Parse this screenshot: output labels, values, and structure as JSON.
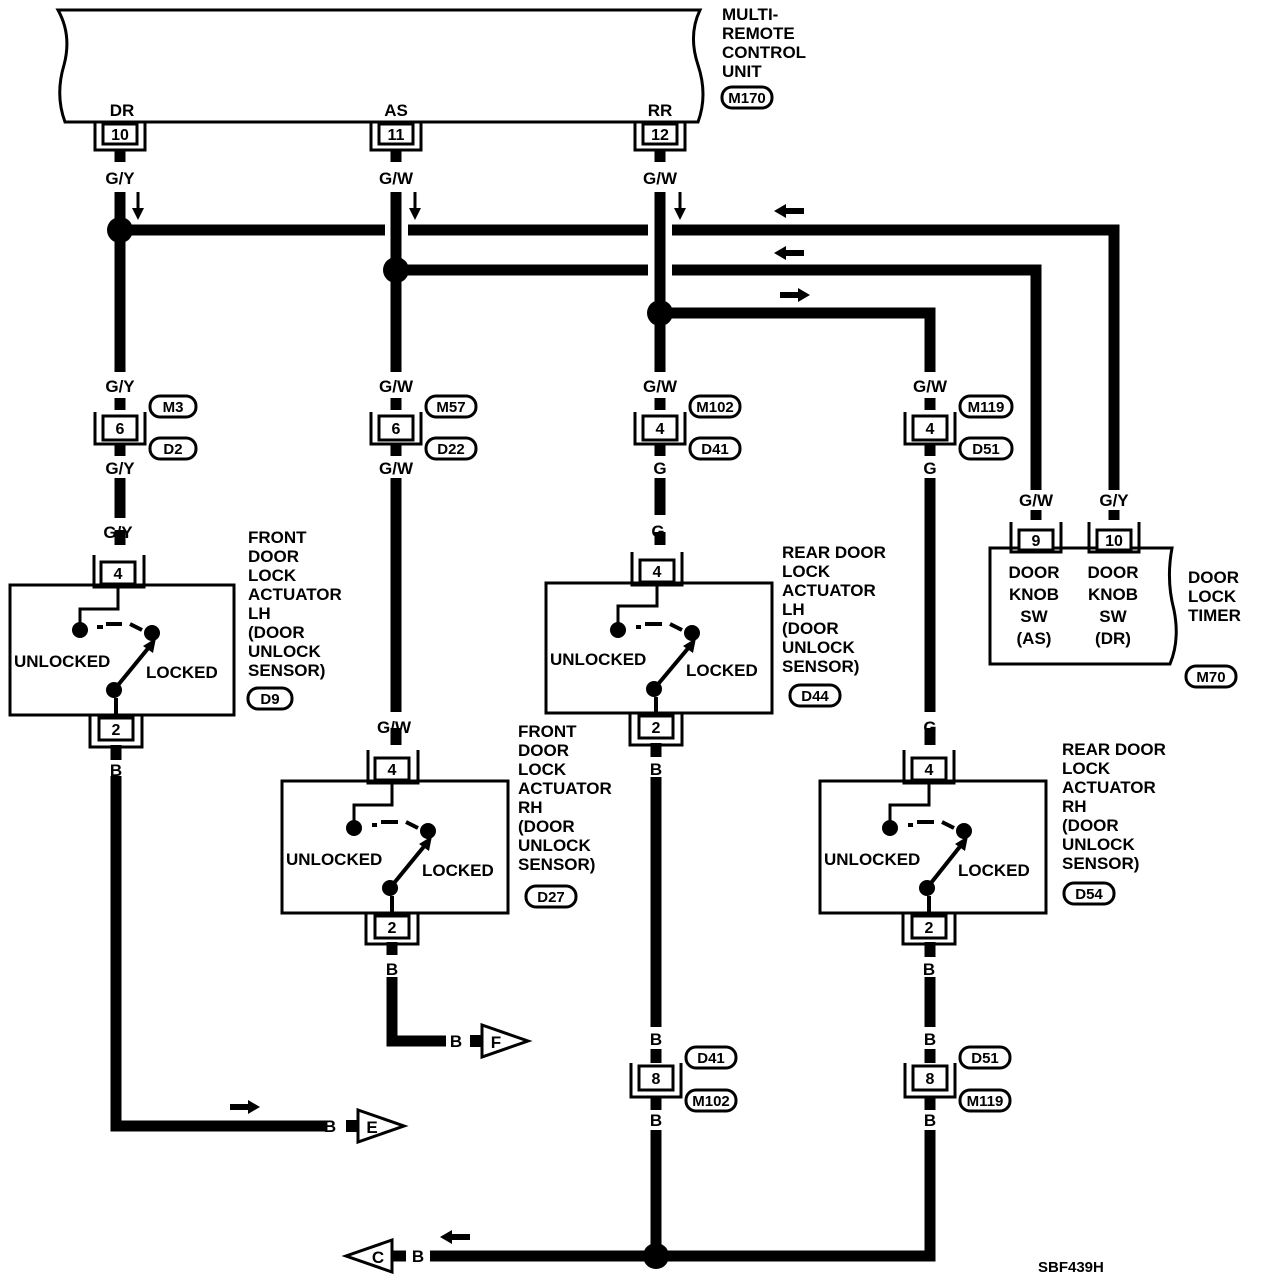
{
  "control_unit": {
    "name_lines": [
      "MULTI-",
      "REMOTE",
      "CONTROL",
      "UNIT"
    ],
    "connector": "M170",
    "terminals": [
      {
        "pin": "10",
        "label": "DR",
        "wire": "G/Y"
      },
      {
        "pin": "11",
        "label": "AS",
        "wire": "G/W"
      },
      {
        "pin": "12",
        "label": "RR",
        "wire": "G/W"
      }
    ]
  },
  "inline_connectors": [
    {
      "pin": "6",
      "upper_connector": "M3",
      "lower_connector": "D2",
      "wire_above": "G/Y",
      "wire_below": "G/Y"
    },
    {
      "pin": "6",
      "upper_connector": "M57",
      "lower_connector": "D22",
      "wire_above": "G/W",
      "wire_below": "G/W"
    },
    {
      "pin": "4",
      "upper_connector": "M102",
      "lower_connector": "D41",
      "wire_above": "G/W",
      "wire_below": "G"
    },
    {
      "pin": "4",
      "upper_connector": "M119",
      "lower_connector": "D51",
      "wire_above": "G/W",
      "wire_below": "G"
    },
    {
      "pin": "8",
      "upper_connector": "D41",
      "lower_connector": "M102",
      "wire_above": "B",
      "wire_below": "B"
    },
    {
      "pin": "8",
      "upper_connector": "D51",
      "lower_connector": "M119",
      "wire_above": "B",
      "wire_below": "B"
    }
  ],
  "actuators": [
    {
      "name_lines": [
        "FRONT",
        "DOOR",
        "LOCK",
        "ACTUATOR",
        "LH",
        "(DOOR",
        " UNLOCK",
        " SENSOR)"
      ],
      "connector": "D9",
      "pin_top": "4",
      "pin_bottom": "2",
      "wire_in": "G/Y",
      "wire_out": "B",
      "unlocked": "UNLOCKED",
      "locked": "LOCKED"
    },
    {
      "name_lines": [
        "FRONT",
        "DOOR",
        "LOCK",
        "ACTUATOR",
        "RH",
        "(DOOR",
        " UNLOCK",
        " SENSOR)"
      ],
      "connector": "D27",
      "pin_top": "4",
      "pin_bottom": "2",
      "wire_in": "G/W",
      "wire_out": "B",
      "unlocked": "UNLOCKED",
      "locked": "LOCKED"
    },
    {
      "name_lines": [
        "REAR DOOR",
        "LOCK",
        "ACTUATOR",
        "LH",
        "(DOOR",
        " UNLOCK",
        " SENSOR)"
      ],
      "connector": "D44",
      "pin_top": "4",
      "pin_bottom": "2",
      "wire_in": "G",
      "wire_out": "B",
      "unlocked": "UNLOCKED",
      "locked": "LOCKED"
    },
    {
      "name_lines": [
        "REAR DOOR",
        "LOCK",
        "ACTUATOR",
        "RH",
        "(DOOR",
        " UNLOCK",
        " SENSOR)"
      ],
      "connector": "D54",
      "pin_top": "4",
      "pin_bottom": "2",
      "wire_in": "G",
      "wire_out": "B",
      "unlocked": "UNLOCKED",
      "locked": "LOCKED"
    }
  ],
  "timer": {
    "name_lines": [
      "DOOR",
      "LOCK",
      "TIMER"
    ],
    "connector": "M70",
    "terminals": [
      {
        "pin": "9",
        "wire": "G/W",
        "lines": [
          "DOOR",
          "KNOB",
          "SW",
          "(AS)"
        ]
      },
      {
        "pin": "10",
        "wire": "G/Y",
        "lines": [
          "DOOR",
          "KNOB",
          "SW",
          "(DR)"
        ]
      }
    ]
  },
  "ground_refs": [
    {
      "wire": "B",
      "ref": "E"
    },
    {
      "wire": "B",
      "ref": "F"
    },
    {
      "wire": "B",
      "ref": "C"
    }
  ],
  "figure_code": "SBF439H"
}
